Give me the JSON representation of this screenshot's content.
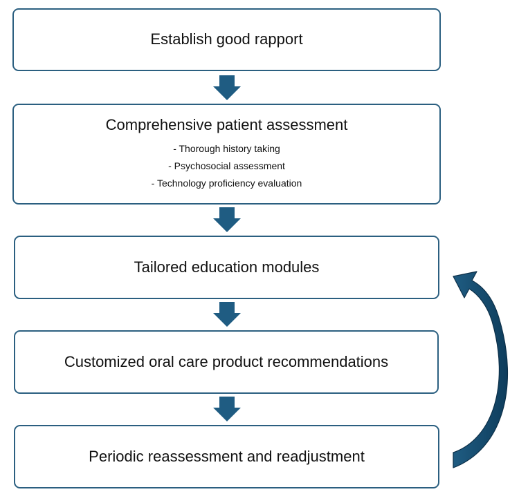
{
  "steps": [
    {
      "title": "Establish good rapport"
    },
    {
      "title": "Comprehensive patient assessment",
      "details": [
        "- Thorough history taking",
        "- Psychosocial assessment",
        "- Technology proficiency evaluation"
      ]
    },
    {
      "title": "Tailored education modules"
    },
    {
      "title": "Customized oral care product recommendations"
    },
    {
      "title": "Periodic reassessment and readjustment"
    }
  ],
  "colors": {
    "border": "#2b5f80",
    "arrow": "#1f5c82",
    "arrow_dark": "#0e3d5c"
  },
  "loop_arrow": {
    "from": "Periodic reassessment and readjustment",
    "to": "Tailored education modules"
  }
}
